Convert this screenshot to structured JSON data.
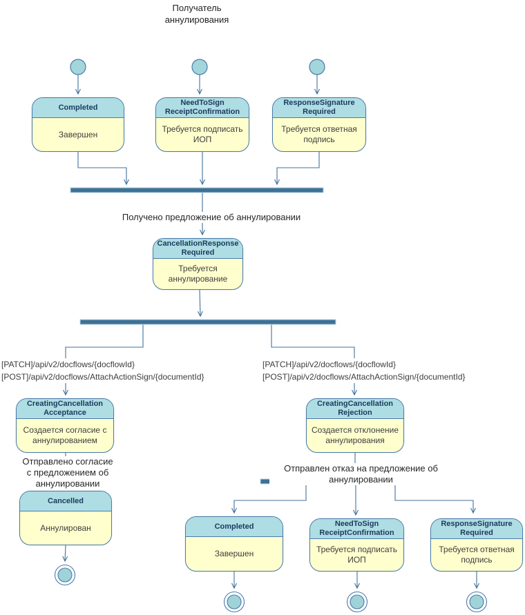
{
  "title": "Получатель аннулирования",
  "colors": {
    "state_header_fill": "#aedde3",
    "state_body_fill": "#ffffce",
    "state_border": "#4a7aa8",
    "state_name_text": "#1b3a5e",
    "state_desc_text": "#3d3d3d",
    "bar_fill": "#3d7296",
    "edge_line": "#41719c",
    "start_circle_fill": "#a3d6da",
    "final_circle_fill": "#9fd3d8",
    "label_text": "#262626"
  },
  "states": [
    {
      "name": "Completed",
      "desc": "Завершен"
    },
    {
      "name": "NeedToSign ReceiptConfirmation",
      "desc": "Требуется подписать ИОП"
    },
    {
      "name": "ResponseSignature Required",
      "desc": "Требуется ответная подпись"
    },
    {
      "name": "CancellationResponse Required",
      "desc": "Требуется аннулирование"
    },
    {
      "name": "CreatingCancellation Acceptance",
      "desc": "Создается согласие с аннулированием"
    },
    {
      "name": "CreatingCancellation Rejection",
      "desc": "Создается отклонение аннулирования"
    },
    {
      "name": "Cancelled",
      "desc": "Аннулирован"
    },
    {
      "name": "Completed",
      "desc": "Завершен"
    },
    {
      "name": "NeedToSign ReceiptConfirmation",
      "desc": "Требуется подписать ИОП"
    },
    {
      "name": "ResponseSignature Required",
      "desc": "Требуется ответная подпись"
    }
  ],
  "edge_labels": {
    "received_proposal": "Получено предложение об аннулировании",
    "api_left": [
      "[PATCH]/api/v2/docflows/{docflowId}",
      "[POST]/api/v2/docflows/AttachActionSign/{documentId}"
    ],
    "api_right": [
      "[PATCH]/api/v2/docflows/{docflowId}",
      "[POST]/api/v2/docflows/AttachActionSign/{documentId}"
    ],
    "sent_acceptance": [
      "Отправлено согласие",
      "с предложением об аннулировании"
    ],
    "sent_rejection": "Отправлен отказ на предложение об аннулировании"
  }
}
